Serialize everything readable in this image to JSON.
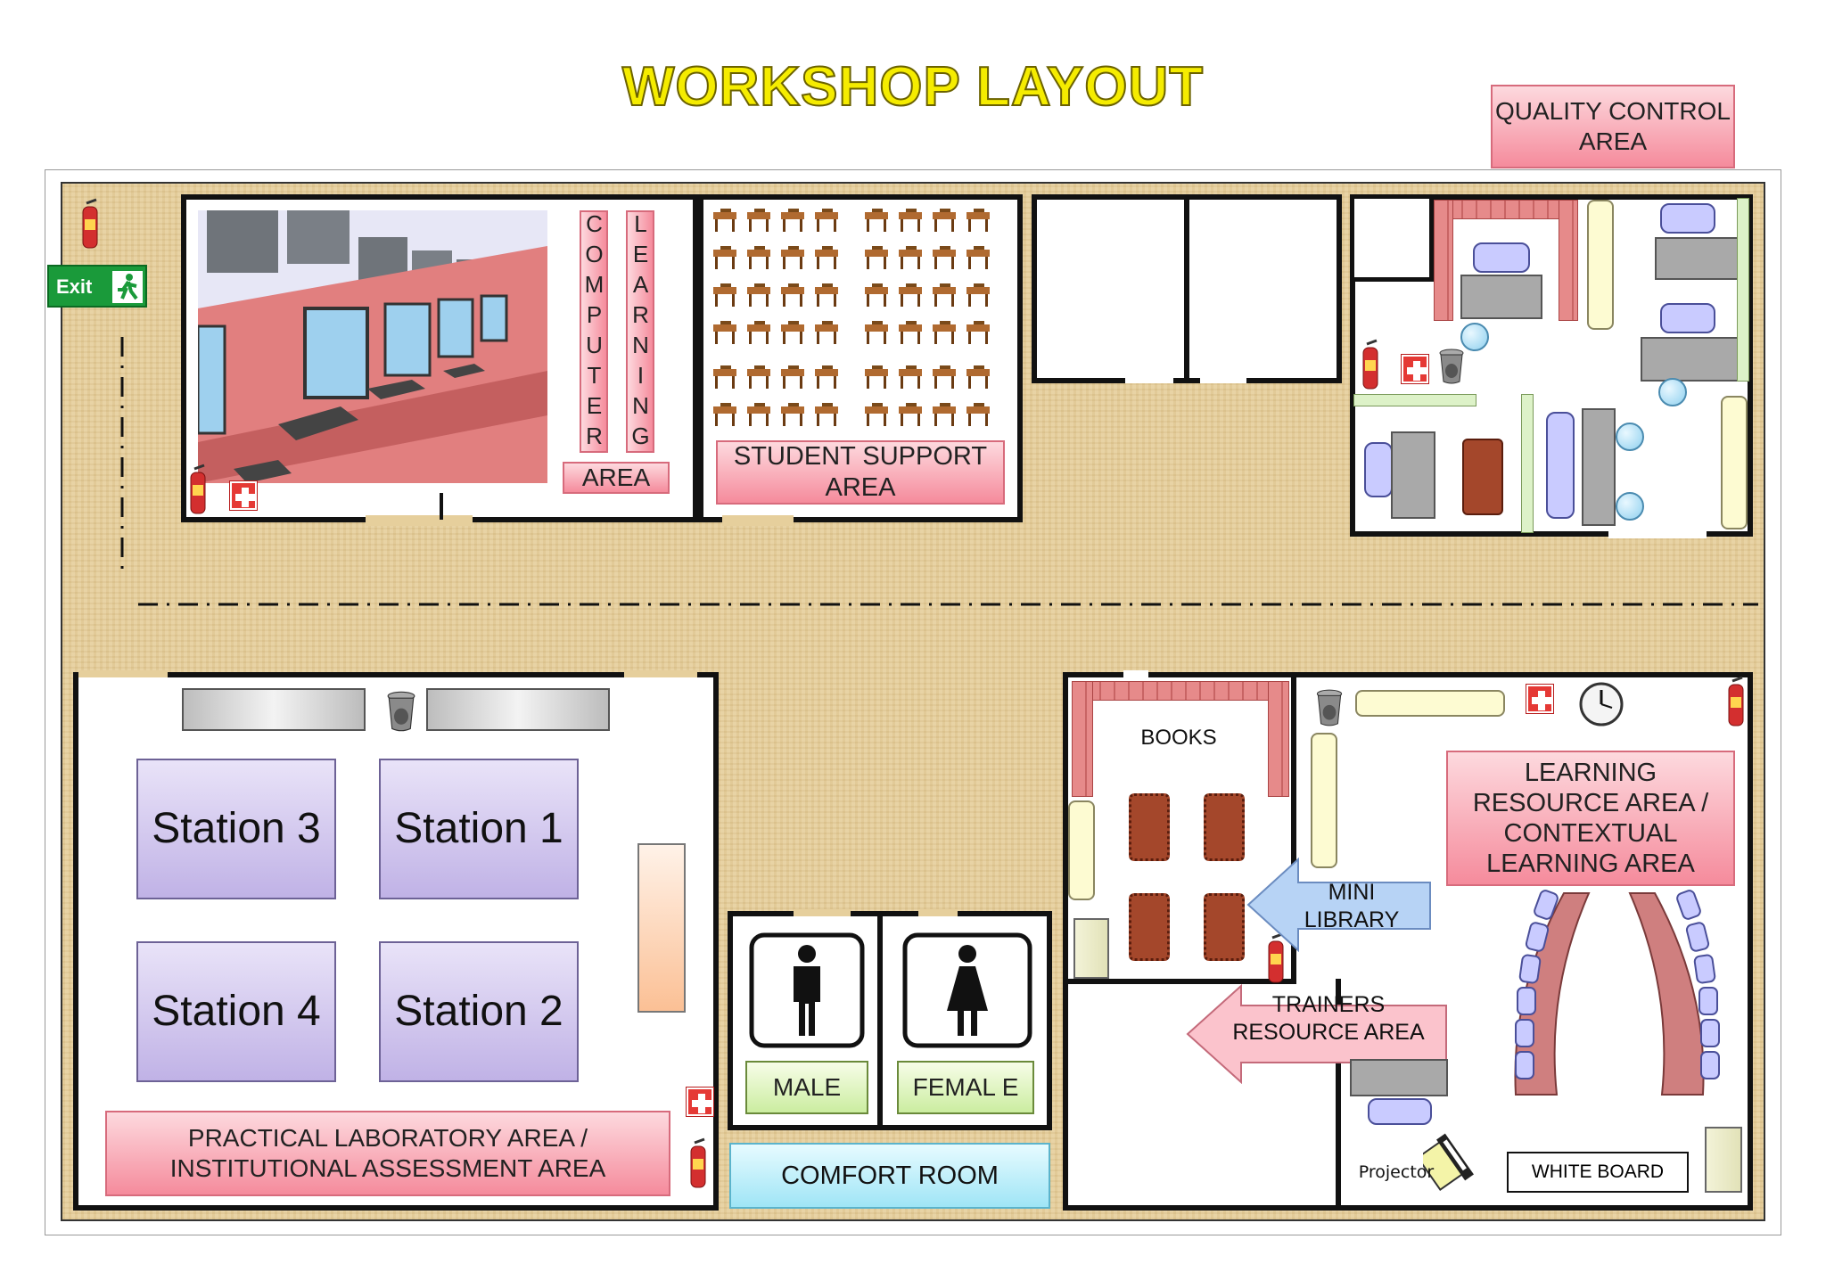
{
  "title": "WORKSHOP LAYOUT",
  "labels": {
    "quality_control": "QUALITY CONTROL AREA",
    "computer": "COMPUTER",
    "learning": "LEARNING",
    "area": "AREA",
    "student_support": "STUDENT SUPPORT AREA",
    "exit": "Exit",
    "books": "BOOKS",
    "lra": "LEARNING RESOURCE AREA / CONTEXTUAL LEARNING AREA",
    "mini_library": "MINI LIBRARY",
    "trainers": "TRAINERS RESOURCE AREA",
    "projector": "Projector",
    "white_board": "WHITE BOARD",
    "male": "MALE",
    "female": "FEMAL E",
    "comfort_room": "COMFORT ROOM",
    "practical_lab": "PRACTICAL LABORATORY AREA / INSTITUTIONAL ASSESSMENT AREA"
  },
  "stations": [
    {
      "label": "Station 3"
    },
    {
      "label": "Station 1"
    },
    {
      "label": "Station 4"
    },
    {
      "label": "Station 2"
    }
  ],
  "colors": {
    "title_fill": "#f5ec00",
    "label_pink": "#f58b9c",
    "station_purple": "#c0b2e6",
    "floor": "#e6cf9c",
    "arrow_blue": "#b7d3f5",
    "comfort_cyan": "#9fe5f6",
    "toilet_green": "#cbeda0"
  },
  "icons": [
    "fire-extinguisher-icon",
    "first-aid-icon",
    "exit-sign-icon",
    "trash-bin-icon",
    "wall-clock-icon",
    "male-toilet-icon",
    "female-toilet-icon",
    "projector-icon",
    "air-conditioner-icon",
    "desk-chair-icon"
  ]
}
